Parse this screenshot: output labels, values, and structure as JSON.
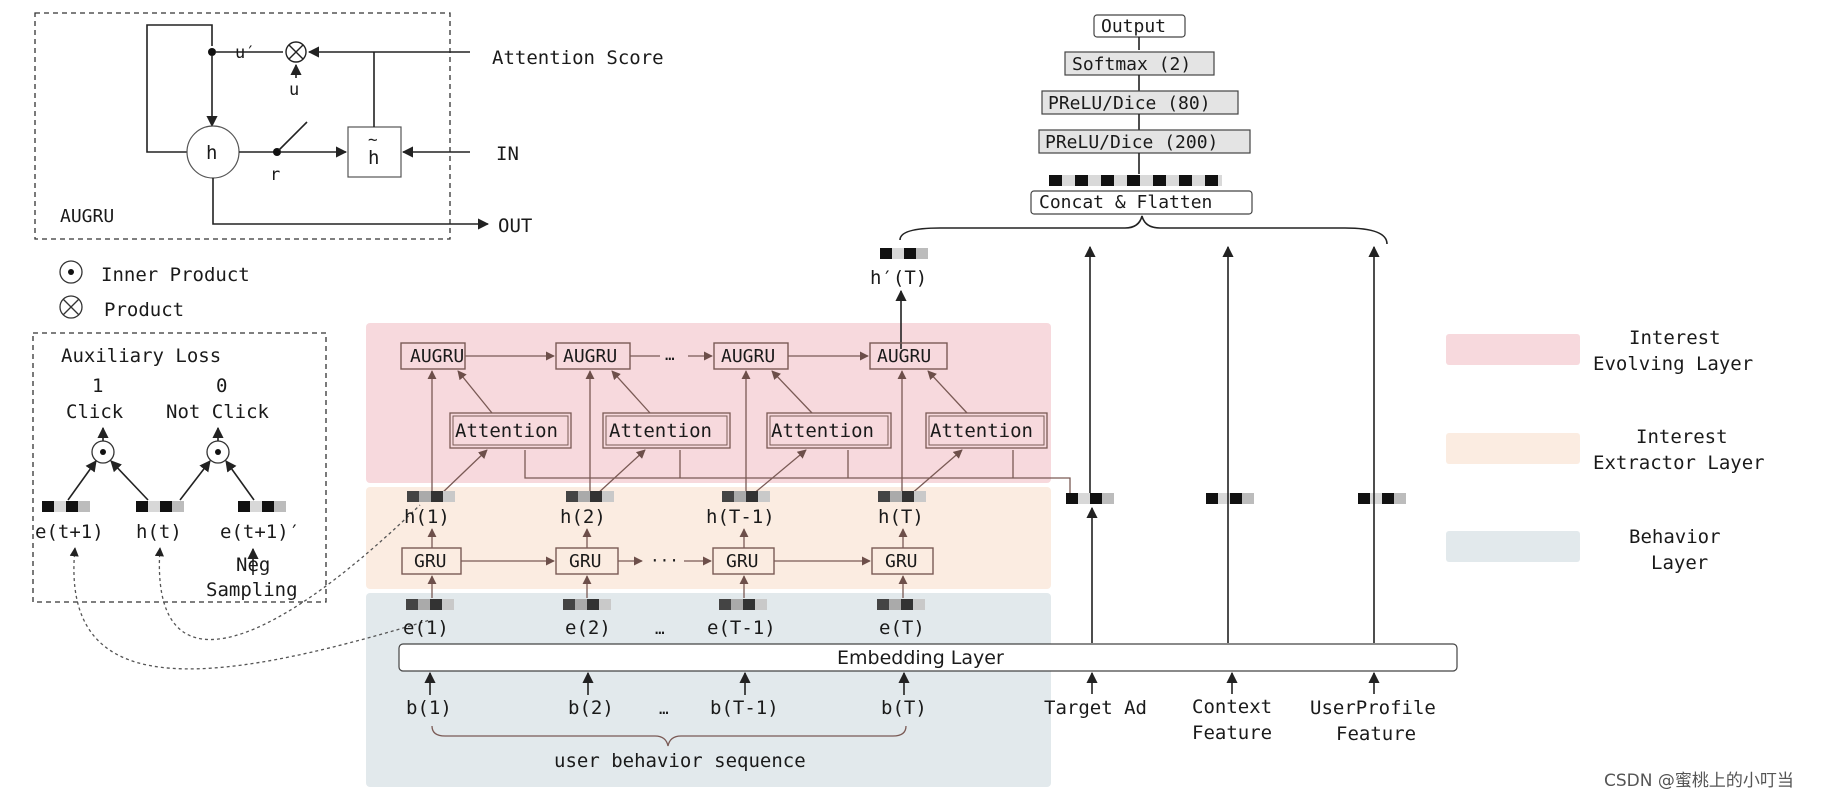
{
  "augru_cell": {
    "title": "AUGRU",
    "u_prime": "u′",
    "u": "u",
    "attention_score": "Attention Score",
    "h": "h",
    "r": "r",
    "h_tilde": "h",
    "in": "IN",
    "out": "OUT"
  },
  "legend_ops": {
    "inner_product": "Inner Product",
    "product": "Product"
  },
  "aux_loss": {
    "title": "Auxiliary Loss",
    "one": "1",
    "zero": "0",
    "click": "Click",
    "not_click": "Not Click",
    "e_t1": "e(t+1)",
    "h_t": "h(t)",
    "e_t1_neg": "e(t+1)′",
    "neg": "Neg",
    "sampling": "Sampling"
  },
  "top_stack": {
    "output": "Output",
    "softmax": "Softmax (2)",
    "prelu80": "PReLU/Dice (80)",
    "prelu200": "PReLU/Dice (200)",
    "concat": "Concat & Flatten",
    "h_prime_T": "h′(T)"
  },
  "evolving": {
    "augru": [
      "AUGRU",
      "AUGRU",
      "AUGRU",
      "AUGRU"
    ],
    "attention": [
      "Attention",
      "Attention",
      "Attention",
      "Attention"
    ],
    "ellipsis": "…"
  },
  "extractor": {
    "h_labels": [
      "h(1)",
      "h(2)",
      "h(T-1)",
      "h(T)"
    ],
    "gru": [
      "GRU",
      "GRU",
      "GRU",
      "GRU"
    ],
    "ellipsis": "···"
  },
  "behavior": {
    "e_labels": [
      "e(1)",
      "e(2)",
      "e(T-1)",
      "e(T)"
    ],
    "b_labels": [
      "b(1)",
      "b(2)",
      "b(T-1)",
      "b(T)"
    ],
    "ellipsis": "…",
    "embedding": "Embedding Layer",
    "sequence": "user behavior sequence"
  },
  "features": {
    "target_ad": "Target Ad",
    "context_1": "Context",
    "context_2": "Feature",
    "profile_1": "UserProfile",
    "profile_2": "Feature"
  },
  "layer_legend": {
    "evolving_1": "Interest",
    "evolving_2": "Evolving Layer",
    "extractor_1": "Interest",
    "extractor_2": "Extractor Layer",
    "behavior_1": "Behavior",
    "behavior_2": "Layer"
  },
  "colors": {
    "evolving": "#f7d9dd",
    "extractor": "#fbece1",
    "behavior": "#e2e9ec"
  },
  "watermark": "CSDN @蜜桃上的小叮当"
}
